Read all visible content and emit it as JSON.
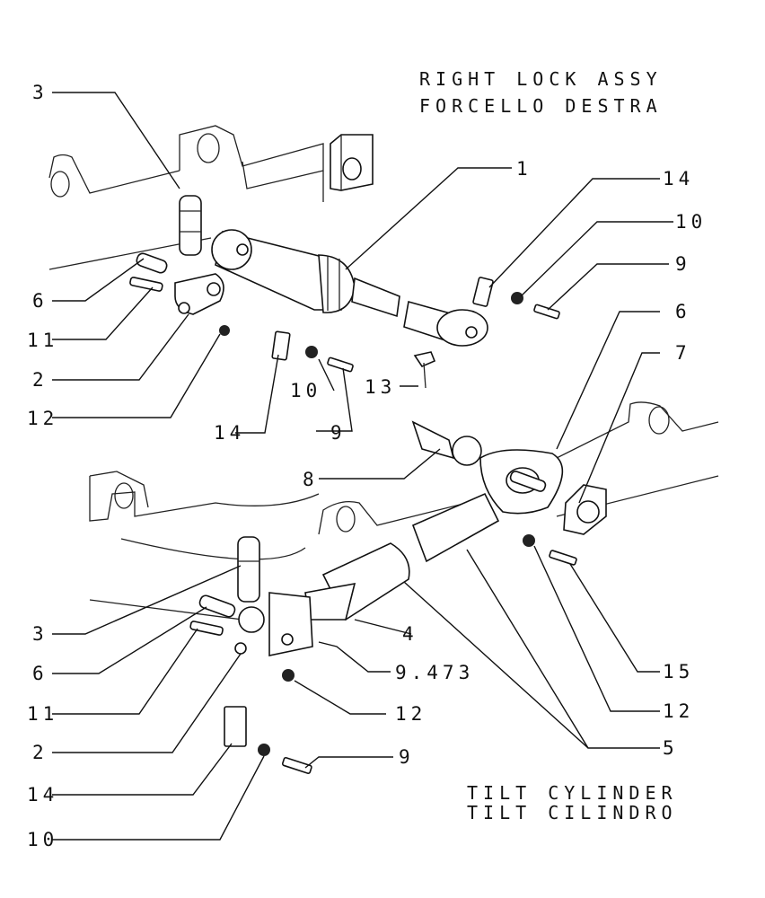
{
  "header_caption": {
    "line1": "RIGHT LOCK ASSY",
    "line2": "FORCELLO DESTRA"
  },
  "footer_caption": {
    "line1": "TILT CYLINDER",
    "line2": "TILT CILINDRO"
  },
  "callouts": {
    "c3_top": "3",
    "c1": "1",
    "c14_top": "14",
    "c10_top": "10",
    "c9_top": "9",
    "c6_right": "6",
    "c7": "7",
    "c6_left": "6",
    "c11_top": "11",
    "c2_top": "2",
    "c12_left": "12",
    "c10_mid": "10",
    "c13": "13",
    "c14_mid": "14",
    "c9_mid": "9",
    "c8": "8",
    "c3_bottom": "3",
    "c4": "4",
    "c6_bottom": "6",
    "c9473": "9.473",
    "c11_bottom": "11",
    "c12_bottom": "12",
    "c2_bottom": "2",
    "c15": "15",
    "c12_right": "12",
    "c5": "5",
    "c14_bottom": "14",
    "c9_bottom": "9",
    "c10_bottom": "10"
  }
}
